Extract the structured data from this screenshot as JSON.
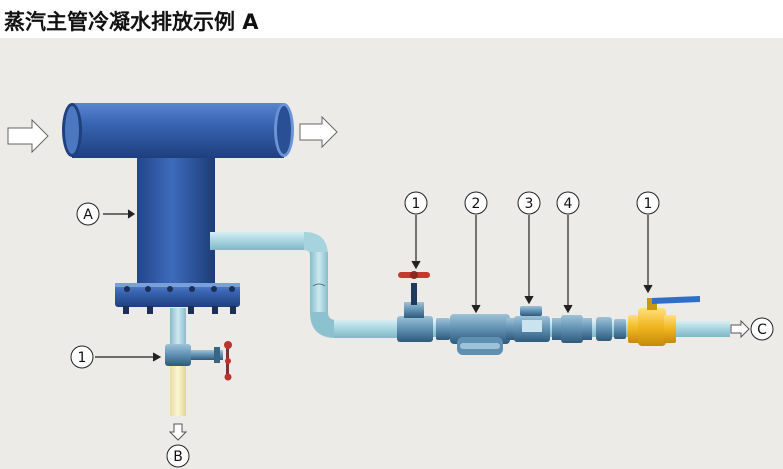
{
  "title": "蒸汽主管冷凝水排放示例 A",
  "labels": {
    "a": "A",
    "b": "B",
    "c": "C",
    "n1_left": "1",
    "n1_valve": "1",
    "n2": "2",
    "n3": "3",
    "n4": "4",
    "n1_right": "1"
  },
  "colors": {
    "main_pipe": "#2f5aa8",
    "branch_pipe": "#a9d6e0",
    "ball_valve": "#f0b51f",
    "handle": "#2f6fc7",
    "background": "#ecebe8"
  }
}
